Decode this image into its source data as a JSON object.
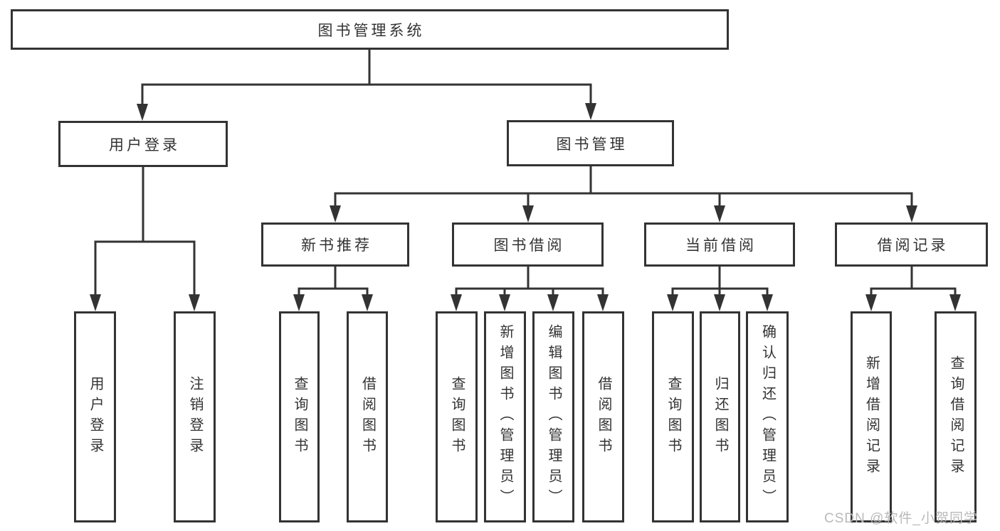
{
  "diagram_title": "图书管理系统",
  "colors": {
    "line": "#333333",
    "box_border": "#333333",
    "text": "#333333",
    "background": "#ffffff",
    "watermark": "#b9b9b9"
  },
  "nodes": {
    "root": {
      "label": "图书管理系统"
    },
    "user_login": {
      "label": "用户登录"
    },
    "book_mgmt": {
      "label": "图书管理"
    },
    "new_books": {
      "label": "新书推荐"
    },
    "book_borrow": {
      "label": "图书借阅"
    },
    "current_borrow": {
      "label": "当前借阅"
    },
    "borrow_records": {
      "label": "借阅记录"
    },
    "leaf_user_login": {
      "label": "用户登录"
    },
    "leaf_logout": {
      "label": "注销登录"
    },
    "leaf_nb_query": {
      "label": "查询图书"
    },
    "leaf_nb_borrow": {
      "label": "借阅图书"
    },
    "leaf_bb_query": {
      "label": "查询图书"
    },
    "leaf_bb_add": {
      "label": "新增图书（管理员）"
    },
    "leaf_bb_edit": {
      "label": "编辑图书（管理员）"
    },
    "leaf_bb_borrow": {
      "label": "借阅图书"
    },
    "leaf_cb_query": {
      "label": "查询图书"
    },
    "leaf_cb_return": {
      "label": "归还图书"
    },
    "leaf_cb_confirm": {
      "label": "确认归还（管理员）"
    },
    "leaf_br_add": {
      "label": "新增借阅记录"
    },
    "leaf_br_query": {
      "label": "查询借阅记录"
    }
  },
  "watermark": {
    "text": "CSDN @软件_小贺同学"
  }
}
